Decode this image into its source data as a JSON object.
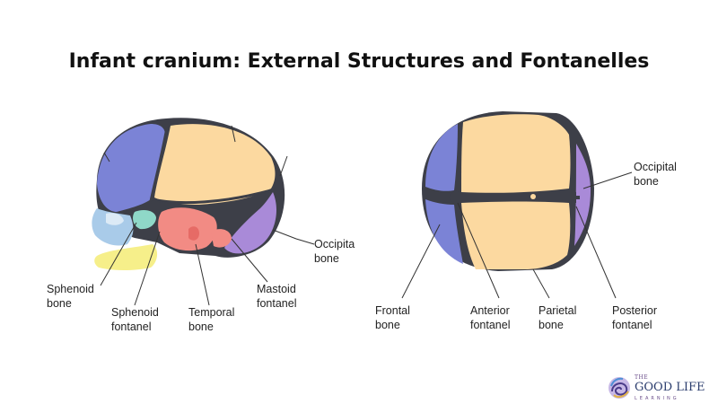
{
  "title": "Infant cranium: External Structures and Fontanelles",
  "side_view": {
    "labels": {
      "sphenoid_bone": [
        "Sphenoid",
        "bone"
      ],
      "sphenoid_fontanel": [
        "Sphenoid",
        "fontanel"
      ],
      "temporal_bone": [
        "Temporal",
        "bone"
      ],
      "mastoid_fontanel": [
        "Mastoid",
        "fontanel"
      ],
      "occipital_bone": [
        "Occipita",
        "bone"
      ]
    }
  },
  "top_view": {
    "labels": {
      "occipital_bone": [
        "Occipital",
        "bone"
      ],
      "frontal_bone": [
        "Frontal",
        "bone"
      ],
      "anterior_fontanel": [
        "Anterior",
        "fontanel"
      ],
      "parietal_bone": [
        "Parietal",
        "bone"
      ],
      "posterior_fontanel": [
        "Posterior",
        "fontanel"
      ]
    }
  },
  "logo": {
    "the": "THE",
    "name": "GOOD LIFE",
    "sub": "LEARNING"
  },
  "colors": {
    "frontal": "#7b83d6",
    "parietal": "#fcd9a0",
    "occipital": "#a98ad8",
    "temporal": "#f28b84",
    "sphenoid": "#8fd8c8",
    "mandible": "#f6ef8a",
    "fontanel": "#3d3f48"
  }
}
